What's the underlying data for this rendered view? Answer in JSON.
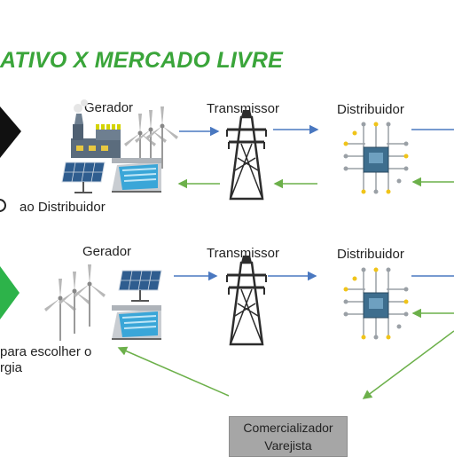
{
  "title": "ATIVO X MERCADO LIVRE",
  "row1": {
    "gerador": "Gerador",
    "transmissor": "Transmissor",
    "distribuidor": "Distribuidor",
    "side_text": "ao Distribuidor"
  },
  "row2": {
    "gerador": "Gerador",
    "transmissor": "Transmissor",
    "distribuidor": "Distribuidor",
    "side_line1": "para escolher o",
    "side_line2": "rgia"
  },
  "comercializador": {
    "line1": "Comercializador",
    "line2": "Varejista"
  },
  "colors": {
    "title": "#3aa53a",
    "diamond_top": "#111111",
    "diamond_bottom": "#2db34a",
    "arrow_forward": "#4a78c0",
    "arrow_back": "#6cb04a",
    "chip": "#3e6e8e"
  },
  "icons": [
    "factory-icon",
    "wind-turbine-icon",
    "solar-panel-icon",
    "hydro-dam-icon",
    "transmission-tower-icon",
    "circuit-chip-icon"
  ]
}
